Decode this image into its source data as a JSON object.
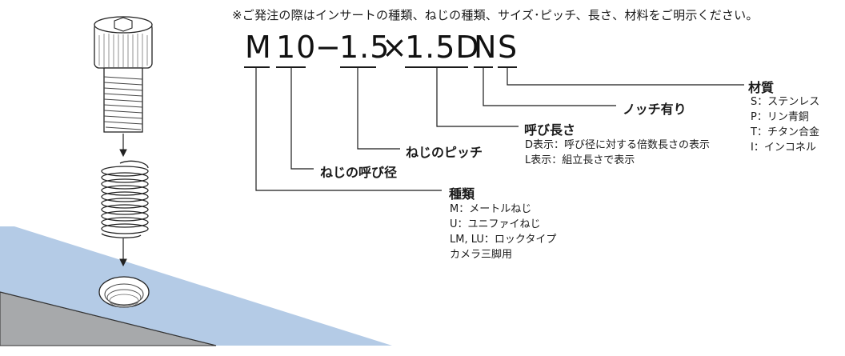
{
  "note": "※ご発注の際はインサートの種類、ねじの種類、サイズ･ピッチ、長さ、材料をご明示ください。",
  "code": {
    "c1": "M",
    "c2": "10",
    "dash": "−",
    "c3": "1.5",
    "times": "×",
    "c4": "1.5D",
    "c5": "N",
    "c6": "S"
  },
  "labels": {
    "material": {
      "title": "材質",
      "items": [
        "S：ステンレス",
        "P：リン青銅",
        "T：チタン合金",
        "I：インコネル"
      ]
    },
    "notch": {
      "title": "ノッチ有り"
    },
    "length": {
      "title": "呼び長さ",
      "items": [
        "D表示：呼び径に対する倍数長さの表示",
        "L表示：組立長さで表示"
      ]
    },
    "pitch": {
      "title": "ねじのピッチ"
    },
    "diameter": {
      "title": "ねじの呼び径"
    },
    "type": {
      "title": "種類",
      "items": [
        "M：メートルねじ",
        "U：ユニファイねじ",
        "LM, LU：ロックタイプ",
        "カメラ三脚用"
      ]
    }
  },
  "colors": {
    "plate": "#b4cbe6",
    "plate_side": "#a7a9ab",
    "line": "#1a1a1a"
  }
}
